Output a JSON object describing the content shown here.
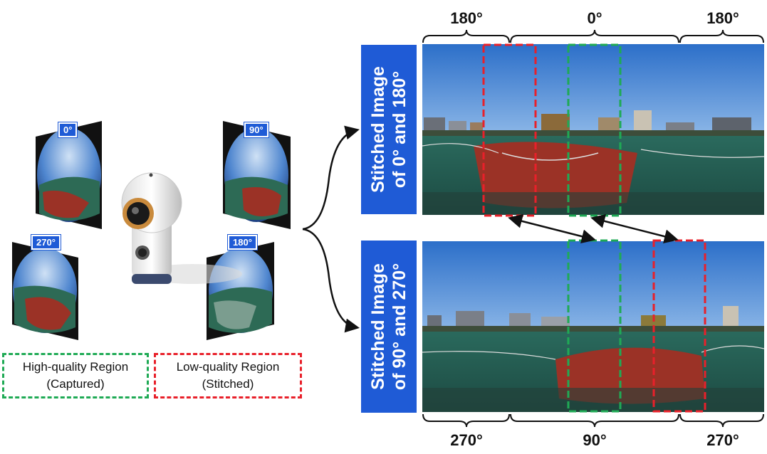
{
  "top_degrees": [
    "180°",
    "0°",
    "180°"
  ],
  "bottom_degrees": [
    "270°",
    "90°",
    "270°"
  ],
  "stitched_labels": {
    "top": [
      "Stitched Image",
      "of 0° and 180°"
    ],
    "bottom": [
      "Stitched Image",
      "of 90° and 270°"
    ]
  },
  "lens_tags": [
    "0°",
    "90°",
    "270°",
    "180°"
  ],
  "legend": {
    "high": [
      "High-quality Region",
      "(Captured)"
    ],
    "low": [
      "Low-quality Region",
      "(Stitched)"
    ]
  },
  "colors": {
    "label_blue": "#1f5bd6",
    "high_quality": "#1faa55",
    "low_quality": "#e8202a"
  }
}
